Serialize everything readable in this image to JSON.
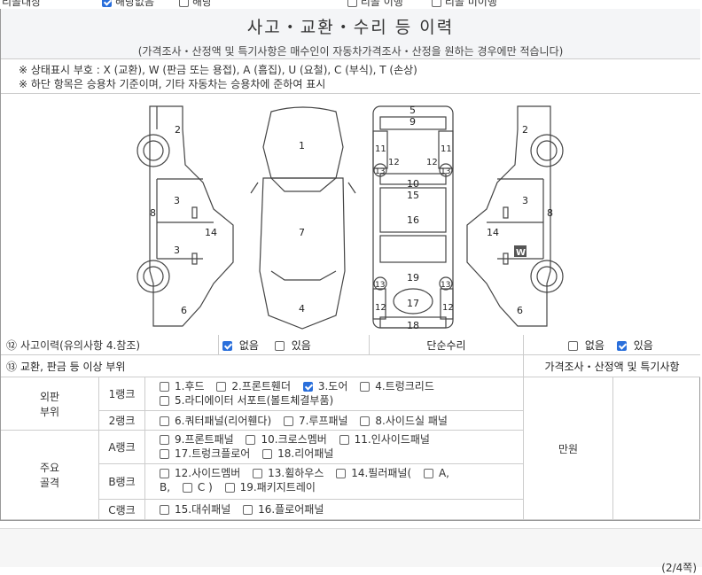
{
  "top_strip": {
    "left_label": "리콜대상",
    "opt1": "해당없음",
    "opt2": "해당",
    "opt3": "리콜 이행",
    "opt4": "리콜 미이행"
  },
  "header": {
    "title": "사고・교환・수리 등 이력",
    "subtitle": "(가격조사・산정액 및 특기사항은 매수인이 자동차가격조사・산정을 원하는 경우에만 적습니다)"
  },
  "notes": {
    "line1": "※ 상태표시 부호 : X (교환), W (판금 또는 용접), A (흠집), U (요철), C (부식), T (손상)",
    "line2": "※ 하단 항목은 승용차 기준이며, 기타 자동차는 승용차에 준하여 표시"
  },
  "diagram": {
    "marker": "W",
    "labels": {
      "n1": "1",
      "n2": "2",
      "n3": "3",
      "n4": "4",
      "n5": "5",
      "n6": "6",
      "n7": "7",
      "n8": "8",
      "n9": "9",
      "n10": "10",
      "n11": "11",
      "n12": "12",
      "n13": "13",
      "n14": "14",
      "n15": "15",
      "n16": "16",
      "n17": "17",
      "n18": "18",
      "n19": "19"
    }
  },
  "accident_row": {
    "num": "⑫",
    "label": "사고이력(유의사항 4.참조)",
    "none": "없음",
    "yes": "있음",
    "none_checked": true,
    "yes_checked": false,
    "simple_repair_label": "단순수리",
    "sr_none": "없음",
    "sr_yes": "있음",
    "sr_none_checked": false,
    "sr_yes_checked": true
  },
  "parts_row": {
    "num": "⑬",
    "label": "교환, 판금 등 이상 부위",
    "price_label": "가격조사・산정액 및 특기사항"
  },
  "grid": {
    "outer_label_1": "외판",
    "outer_label_2": "부위",
    "main_label_1": "주요",
    "main_label_2": "골격",
    "won": "만원",
    "rank1": "1랭크",
    "rank2": "2랭크",
    "rankA": "A랭크",
    "rankB": "B랭크",
    "rankC": "C랭크",
    "r1_items": [
      "1.후드",
      "2.프론트휀더",
      "3.도어",
      "4.트렁크리드",
      "5.라디에이터 서포트(볼트체결부품)"
    ],
    "r1_checked": [
      false,
      false,
      true,
      false,
      false
    ],
    "r2_items": [
      "6.쿼터패널(리어휀다)",
      "7.루프패널",
      "8.사이드실 패널"
    ],
    "rA_items": [
      "9.프론트패널",
      "10.크로스멤버",
      "11.인사이드패널",
      "17.트렁크플로어",
      "18.리어패널"
    ],
    "rB_items": [
      "12.사이드멤버",
      "13.휠하우스",
      "14.필러패널(",
      "A,",
      "B,",
      "C )",
      "19.패키지트레이"
    ],
    "rC_items": [
      "15.대쉬패널",
      "16.플로어패널"
    ]
  },
  "page_number": "(2/4쪽)"
}
